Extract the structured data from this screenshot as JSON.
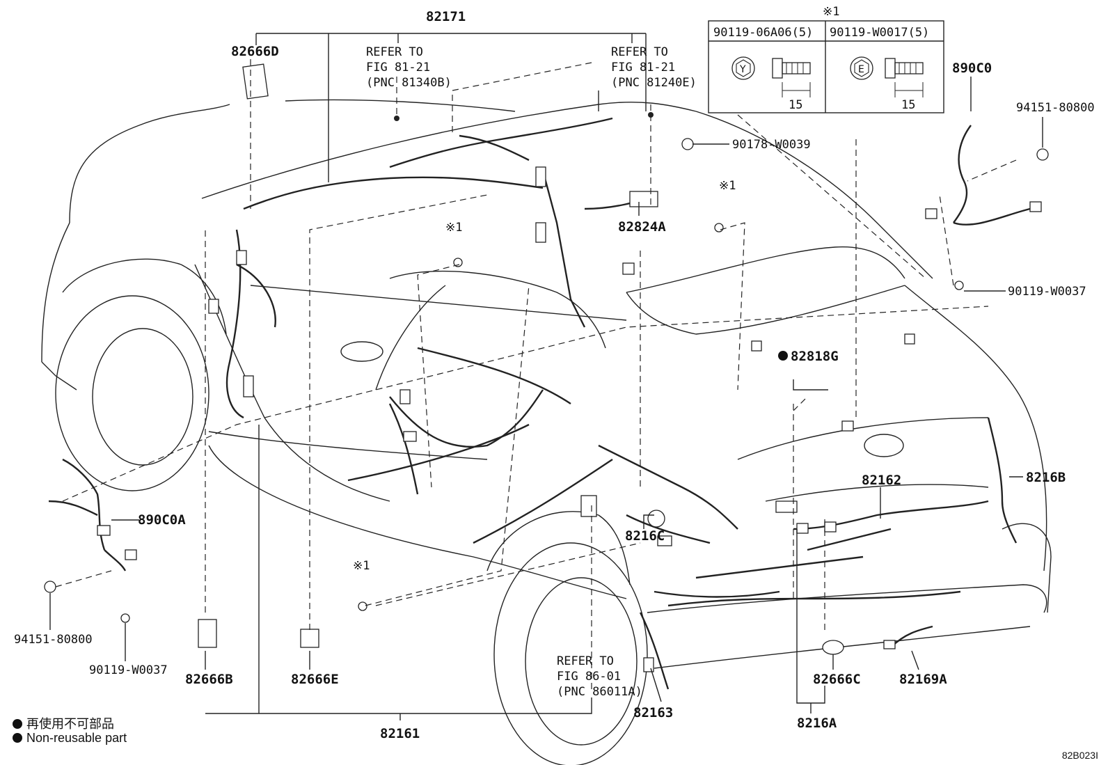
{
  "parts": {
    "p82171": "82171",
    "p82666D": "82666D",
    "p82824A": "82824A",
    "p82818G": "82818G",
    "p890C0": "890C0",
    "p890C0A": "890C0A",
    "p94151_80800_r": "94151-80800",
    "p94151_80800_l": "94151-80800",
    "p90119_W0037_r": "90119-W0037",
    "p90119_W0037_l": "90119-W0037",
    "p90178_W0039": "90178-W0039",
    "p8216B": "8216B",
    "p82162": "82162",
    "p8216C": "8216C",
    "p82666B": "82666B",
    "p82666E": "82666E",
    "p82161": "82161",
    "p82163": "82163",
    "p8216A": "8216A",
    "p82666C": "82666C",
    "p82169A": "82169A"
  },
  "refers": {
    "r1": {
      "l1": "REFER TO",
      "l2": "FIG 81-21",
      "l3": "(PNC 81340B)"
    },
    "r2": {
      "l1": "REFER TO",
      "l2": "FIG 81-21",
      "l3": "(PNC 81240E)"
    },
    "r3": {
      "l1": "REFER TO",
      "l2": "FIG 86-01",
      "l3": "(PNC 86011A)"
    }
  },
  "asterisk": "※1",
  "bolt_table": {
    "note": "※1",
    "col1": {
      "header": "90119-06A06(5)",
      "head_mark": "Y",
      "dim": "15"
    },
    "col2": {
      "header": "90119-W0017(5)",
      "head_mark": "E",
      "dim": "15"
    }
  },
  "legend": {
    "jp": "再使用不可部品",
    "en": "Non-reusable part"
  },
  "figure_id": "82B023I"
}
